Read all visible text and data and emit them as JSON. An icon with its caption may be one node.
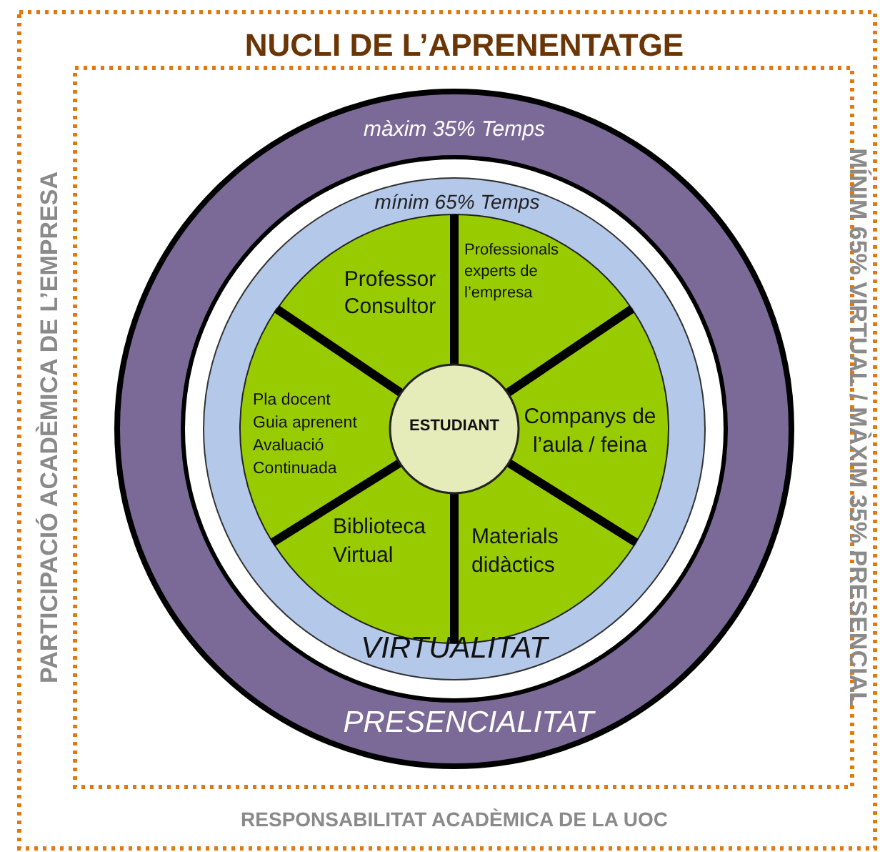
{
  "diagram": {
    "title": "NUCLI DE L’APRENENTATGE",
    "nodes": [
      {
        "text": [
          "PARTICIPACIÓ ACADÈMICA DE L’EMPRESA",
          "MÍNIM 65% VIRTUAL / MÀXIM 35% PRESENCIAL",
          "RESPONSABILITAT ACADÈMICA DE LA UOC"
        ]
      },
      {
        "text": [],
        "shape": "box",
        "in": 0
      },
      {
        "text": [
          "màxim 35% Temps",
          "PRESENCIALITAT"
        ],
        "in": 1
      },
      {
        "text": [
          "mínim 65% Temps",
          "VIRTUALITAT"
        ],
        "in": 2
      },
      {
        "text": [
          "Professor Consultor"
        ],
        "in": 3
      },
      {
        "text": [
          "Professionals experts de l’empresa"
        ],
        "in": 3
      },
      {
        "text": [
          "Pla docent Guia aprenent Avaluació Continuada"
        ],
        "in": 3
      },
      {
        "text": [
          "ESTUDIANT"
        ],
        "in": 3
      },
      {
        "text": [
          "Companys de l’aula / feina"
        ],
        "in": 3
      },
      {
        "text": [
          "Biblioteca Virtual"
        ],
        "in": 3
      },
      {
        "text": [
          "Materials didàctics"
        ],
        "in": 3
      }
    ]
  }
}
